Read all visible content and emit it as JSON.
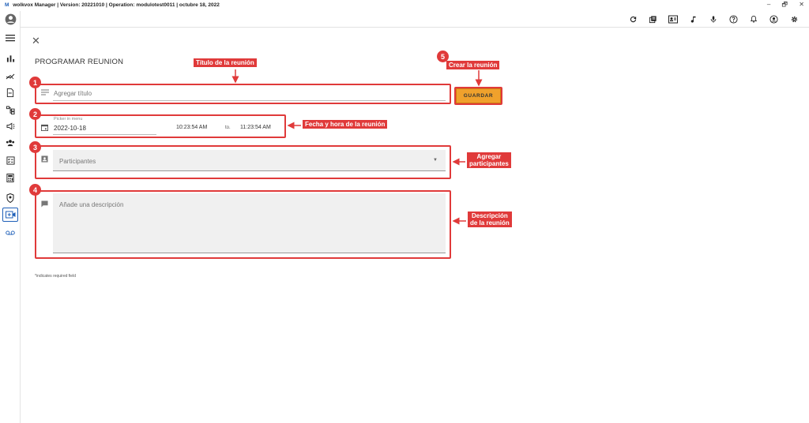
{
  "window": {
    "logo_letter": "M",
    "title": "wolkvox Manager  | Version: 20221010  |  Operation: modulotest0011  | octubre 18, 2022",
    "minimize": "–",
    "restore": "🗗",
    "close": "✕"
  },
  "topbar_icons": [
    "refresh-icon",
    "library-icon",
    "contact-card-icon",
    "music-note-icon",
    "microphone-icon",
    "help-icon",
    "bell-icon",
    "user-circle-icon",
    "settings-icon"
  ],
  "sidebar_icons": [
    "account-icon",
    "menu-icon",
    "bar-chart-icon",
    "trend-icon",
    "document-icon",
    "flow-icon",
    "campaign-icon",
    "group-icon",
    "checklist-icon",
    "calculator-icon",
    "shield-icon",
    "video-meeting-icon",
    "voicemail-icon"
  ],
  "page": {
    "close": "✕",
    "title": "PROGRAMAR REUNION",
    "required_note": "*indicates required field"
  },
  "form": {
    "title_placeholder": "Agregar título",
    "date_label": "Picker in menu",
    "date_value": "2022-10-18",
    "start_time": "10:23:54 AM",
    "to_label": "to.",
    "end_time": "11:23:54 AM",
    "participants_placeholder": "Participantes",
    "description_placeholder": "Añade una descripción",
    "save_label": "GUARDAR"
  },
  "annotations": {
    "badge_1": "1",
    "badge_2": "2",
    "badge_3": "3",
    "badge_4": "4",
    "badge_5": "5",
    "title_callout": "Título de la reunión",
    "create_callout": "Crear la reunión",
    "datetime_callout": "Fecha y hora de la reunión",
    "participants_callout_1": "Agregar",
    "participants_callout_2": "participantes",
    "description_callout_1": "Descripción",
    "description_callout_2": "de la reunión"
  },
  "colors": {
    "accent": "#1e5fb8",
    "annotation": "#e03a3a",
    "save_button": "#f0a12c"
  }
}
